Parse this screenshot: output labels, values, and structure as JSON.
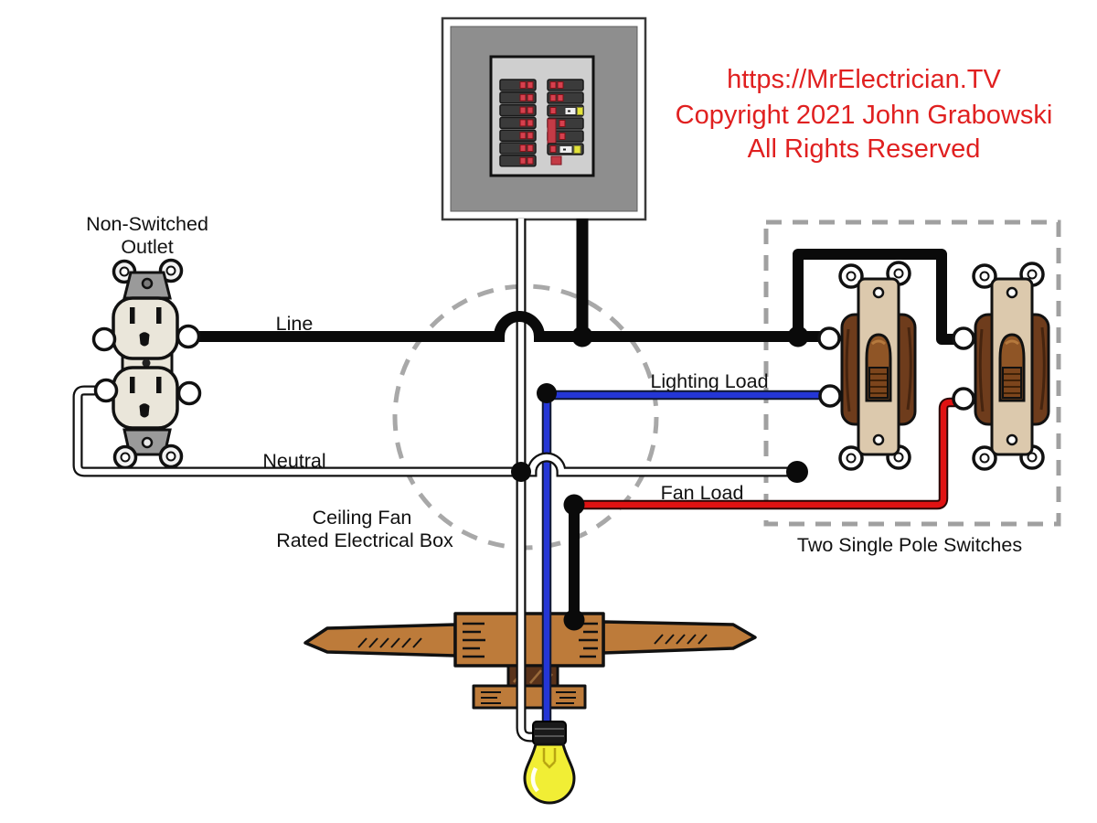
{
  "copyright": {
    "url": "https://MrElectrician.TV",
    "line2": "Copyright 2021 John Grabowski",
    "line3": "All Rights Reserved",
    "color": "#e02020"
  },
  "labels": {
    "outlet_line1": "Non-Switched",
    "outlet_line2": "Outlet",
    "box_line1": "Ceiling Fan",
    "box_line2": "Rated Electrical Box",
    "switches_caption": "Two Single Pole Switches"
  },
  "wires": {
    "line": {
      "label": "Line",
      "color": "#0a0a0a"
    },
    "neutral": {
      "label": "Neutral",
      "color": "#ffffff"
    },
    "lighting": {
      "label": "Lighting Load",
      "color": "#2436d6"
    },
    "fan": {
      "label": "Fan Load",
      "color": "#e01212"
    }
  },
  "components": {
    "panel": "breaker-panel",
    "outlet": "non-switched-duplex-outlet",
    "switch1": "single-pole-switch",
    "switch2": "single-pole-switch",
    "electrical_box": "ceiling-fan-rated-electrical-box",
    "switch_box": "two-gang-switch-box",
    "fan": "ceiling-fan",
    "bulb": "light-bulb"
  },
  "colors": {
    "panel_gray": "#8e8e8e",
    "panel_door": "#cfcfcf",
    "breaker_dark": "#3b3b3b",
    "breaker_red": "#d6404e",
    "breaker_yellow": "#e3e33a",
    "outlet_cream": "#eae6da",
    "strap_gray": "#9a9a9a",
    "switch_plate_tan": "#dcc9ad",
    "switch_brown": "#6e3c1c",
    "toggle_brown": "#8f5526",
    "fan_brown": "#bd7b3a",
    "fan_dark_brown": "#5a331a",
    "bulb_yellow": "#f1ee35",
    "dash_gray": "#a8a8a8"
  }
}
